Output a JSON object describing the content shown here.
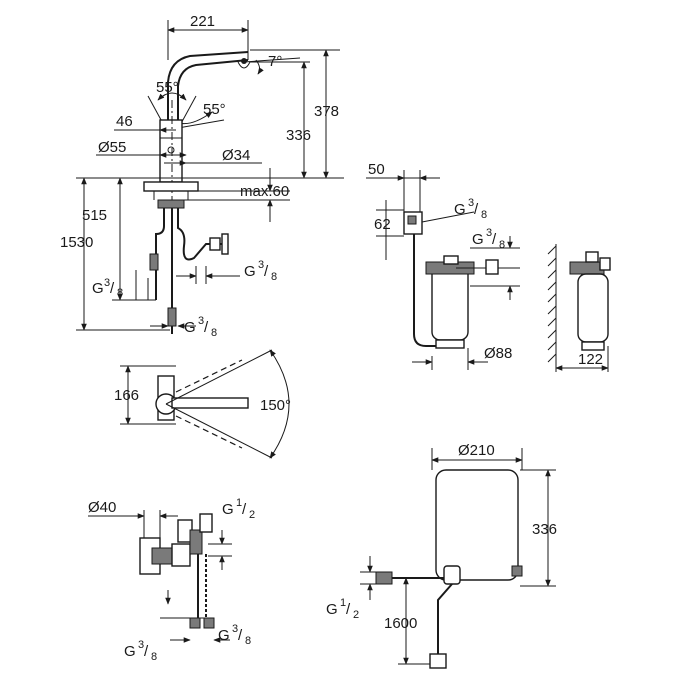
{
  "dims": {
    "spout_reach": "221",
    "spout_angle": "7°",
    "swivel_a": "55°",
    "swivel_b": "55°",
    "height_total": "378",
    "height_spout": "336",
    "offset_46": "46",
    "dia_55": "Ø55",
    "dia_34": "Ø34",
    "max_60": "max.60",
    "len_1530": "1530",
    "len_515": "515",
    "g38_a": "G",
    "g38_b": "G",
    "g38_c": "G",
    "filter_50": "50",
    "filter_62": "62",
    "filter_g38_a": "G",
    "filter_g38_b": "G",
    "dia_88": "Ø88",
    "wall_122": "122",
    "plan_166": "166",
    "rotation_150": "150°",
    "valve_dia_40": "Ø40",
    "valve_g12": "G",
    "valve_g38_a": "G",
    "valve_g38_b": "G",
    "boiler_dia_210": "Ø210",
    "boiler_h_336": "336",
    "boiler_g12": "G",
    "boiler_1600": "1600"
  },
  "fractions": {
    "three_eighths_num": "3",
    "three_eighths_den": "8",
    "one_half_num": "1",
    "one_half_den": "2"
  }
}
